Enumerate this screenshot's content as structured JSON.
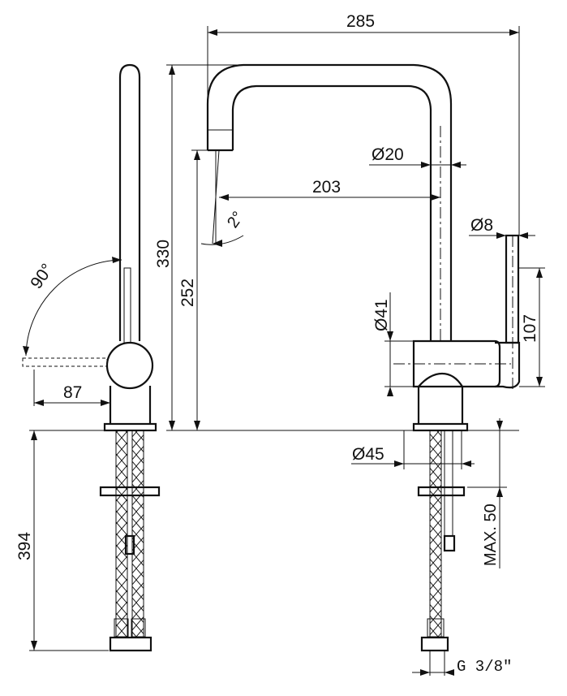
{
  "dimensions": {
    "spout_length": "285",
    "spout_reach": "203",
    "spout_tube_diameter": "Ø20",
    "total_height": "330",
    "spout_height": "252",
    "spout_angle": "2°",
    "lever_diameter": "Ø8",
    "lever_height": "107",
    "body_diameter": "Ø41",
    "base_diameter": "Ø45",
    "max_deck_thickness": "MAX. 50",
    "hose_length": "394",
    "lever_rotation": "90°",
    "lever_depth": "87",
    "connection_thread": "G 3/8\""
  }
}
